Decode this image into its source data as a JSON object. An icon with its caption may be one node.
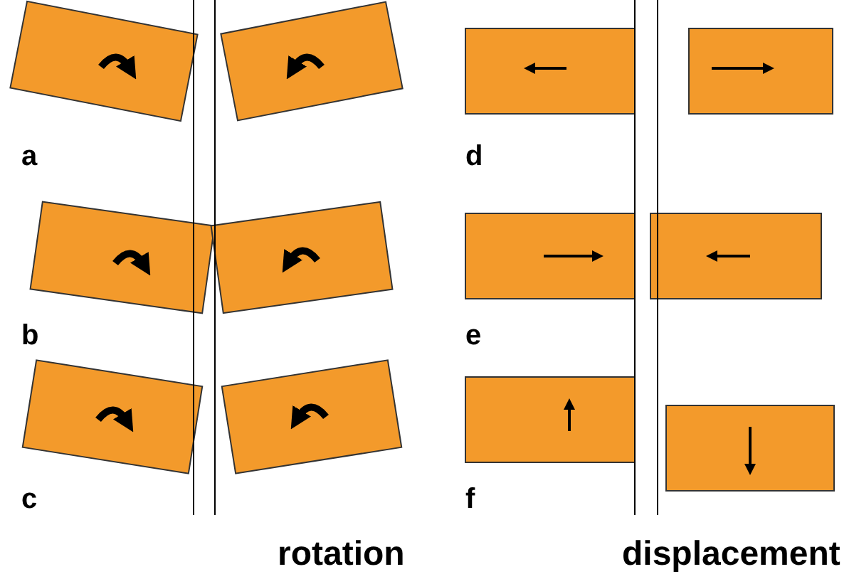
{
  "diagram": {
    "labels": [
      "a",
      "d",
      "b",
      "e",
      "c",
      "f",
      "rotation",
      "displacement"
    ]
  }
}
